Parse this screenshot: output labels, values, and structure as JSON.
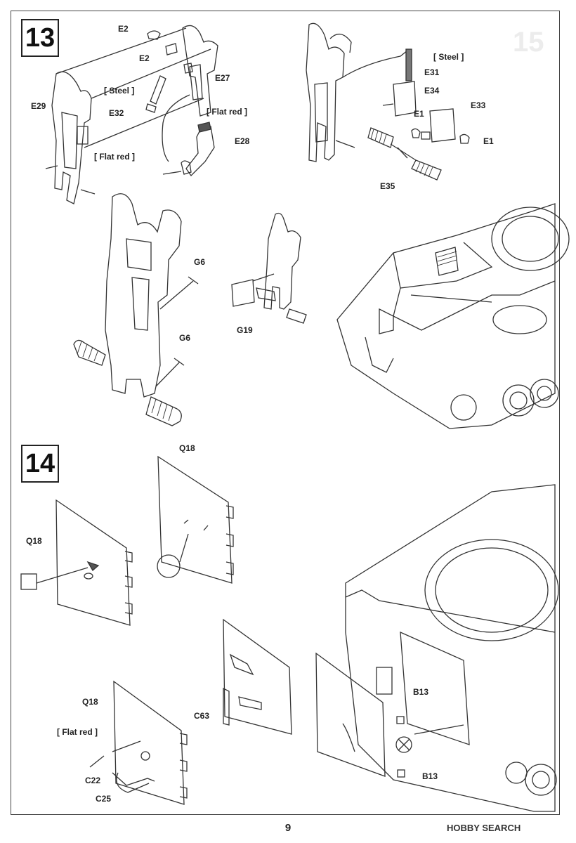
{
  "steps": {
    "s13": "13",
    "s14": "14"
  },
  "step13_labels": {
    "e2a": "E2",
    "e2b": "E2",
    "e27": "E27",
    "steel1": "[ Steel ]",
    "e29": "E29",
    "e32": "E32",
    "flatred1": "[ Flat red ]",
    "flatred2": "[ Flat red ]",
    "e28": "E28",
    "steel2": "[ Steel ]",
    "e31": "E31",
    "e34": "E34",
    "e1a": "E1",
    "e33": "E33",
    "e1b": "E1",
    "e35": "E35",
    "g6a": "G6",
    "g6b": "G6",
    "g19": "G19"
  },
  "step14_labels": {
    "q18a": "Q18",
    "q18b": "Q18",
    "q18c": "Q18",
    "flatred3": "[ Flat red ]",
    "c22": "C22",
    "c25": "C25",
    "c63": "C63",
    "b13a": "B13",
    "b13b": "B13"
  },
  "footer": {
    "page_number": "9",
    "watermark": "HOBBY SEARCH"
  }
}
